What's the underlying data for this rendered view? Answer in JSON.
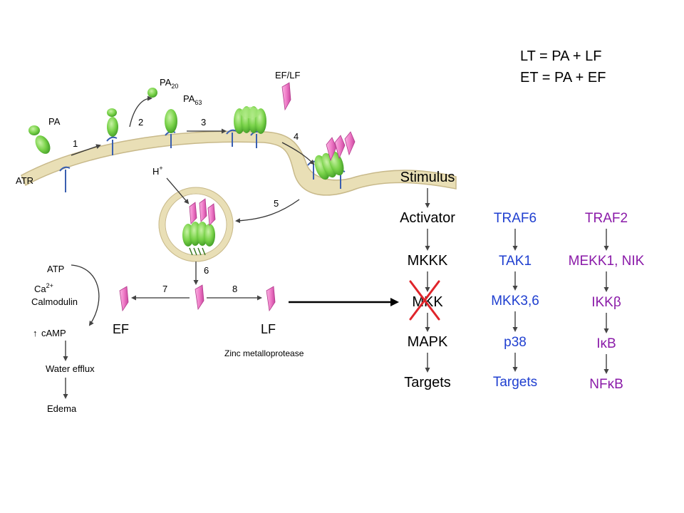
{
  "formulas": {
    "lt": "LT = PA + LF",
    "et": "ET = PA + EF"
  },
  "schematic": {
    "pa": "PA",
    "pa20": "PA",
    "pa20_sub": "20",
    "pa63": "PA",
    "pa63_sub": "63",
    "eflf": "EF/LF",
    "atr": "ATR",
    "hplus": "H",
    "hplus_sup": "+",
    "steps": [
      "1",
      "2",
      "3",
      "4",
      "5",
      "6",
      "7",
      "8"
    ],
    "ef": "EF",
    "lf": "LF",
    "zinc": "Zinc metalloprotease",
    "atp": "ATP",
    "ca": "Ca",
    "ca_sup": "2+",
    "calmodulin": "Calmodulin",
    "camp": "cAMP",
    "camp_arrow": "↑",
    "water": "Water efflux",
    "edema": "Edema"
  },
  "cascade": {
    "generic": [
      "Stimulus",
      "Activator",
      "MKKK",
      "MKK",
      "MAPK",
      "Targets"
    ],
    "traf6": [
      "TRAF6",
      "TAK1",
      "MKK3,6",
      "p38",
      "Targets"
    ],
    "traf2": [
      "TRAF2",
      "MEKK1, NIK",
      "IKKβ",
      "IκB",
      "NFκB"
    ]
  },
  "colors": {
    "membrane": "#e9dfb6",
    "membrane_edge": "#c8b98a",
    "receptor": "#3a5fb0",
    "pa_green": "#7ad34a",
    "pa_green_dark": "#3f9a24",
    "factor_pink": "#f07cc8",
    "factor_edge": "#b23c8c",
    "blue_text": "#1f3fd0",
    "purple_text": "#8a1aa8",
    "cross_red": "#e0242a",
    "arrow": "#333333"
  }
}
